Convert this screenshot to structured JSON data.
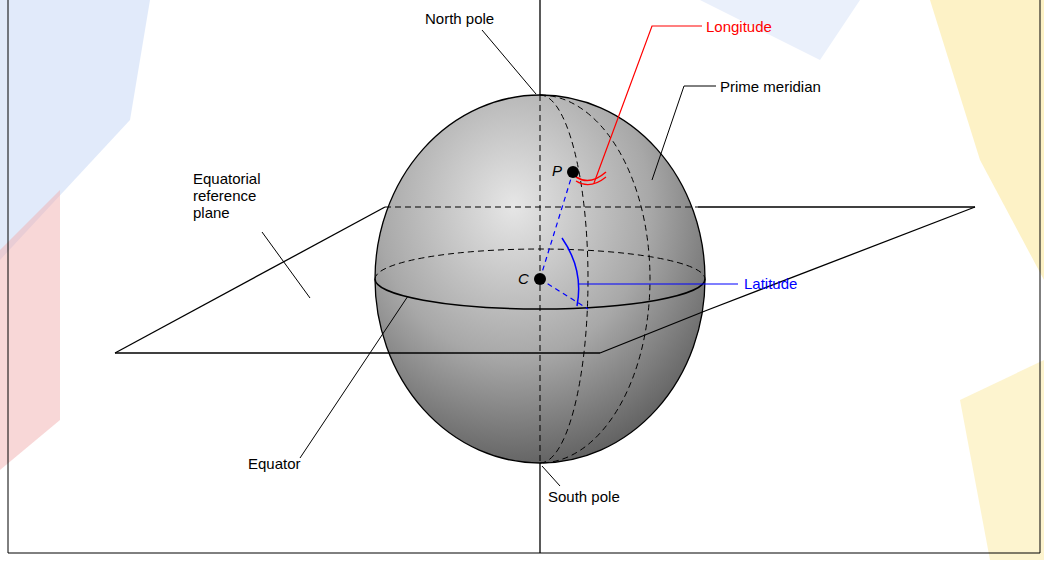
{
  "diagram": {
    "labels": [
      "North pole",
      "Longitude",
      "Prime meridian",
      "Equatorial reference plane",
      "P",
      "C",
      "Latitude",
      "Equator",
      "South pole"
    ]
  }
}
